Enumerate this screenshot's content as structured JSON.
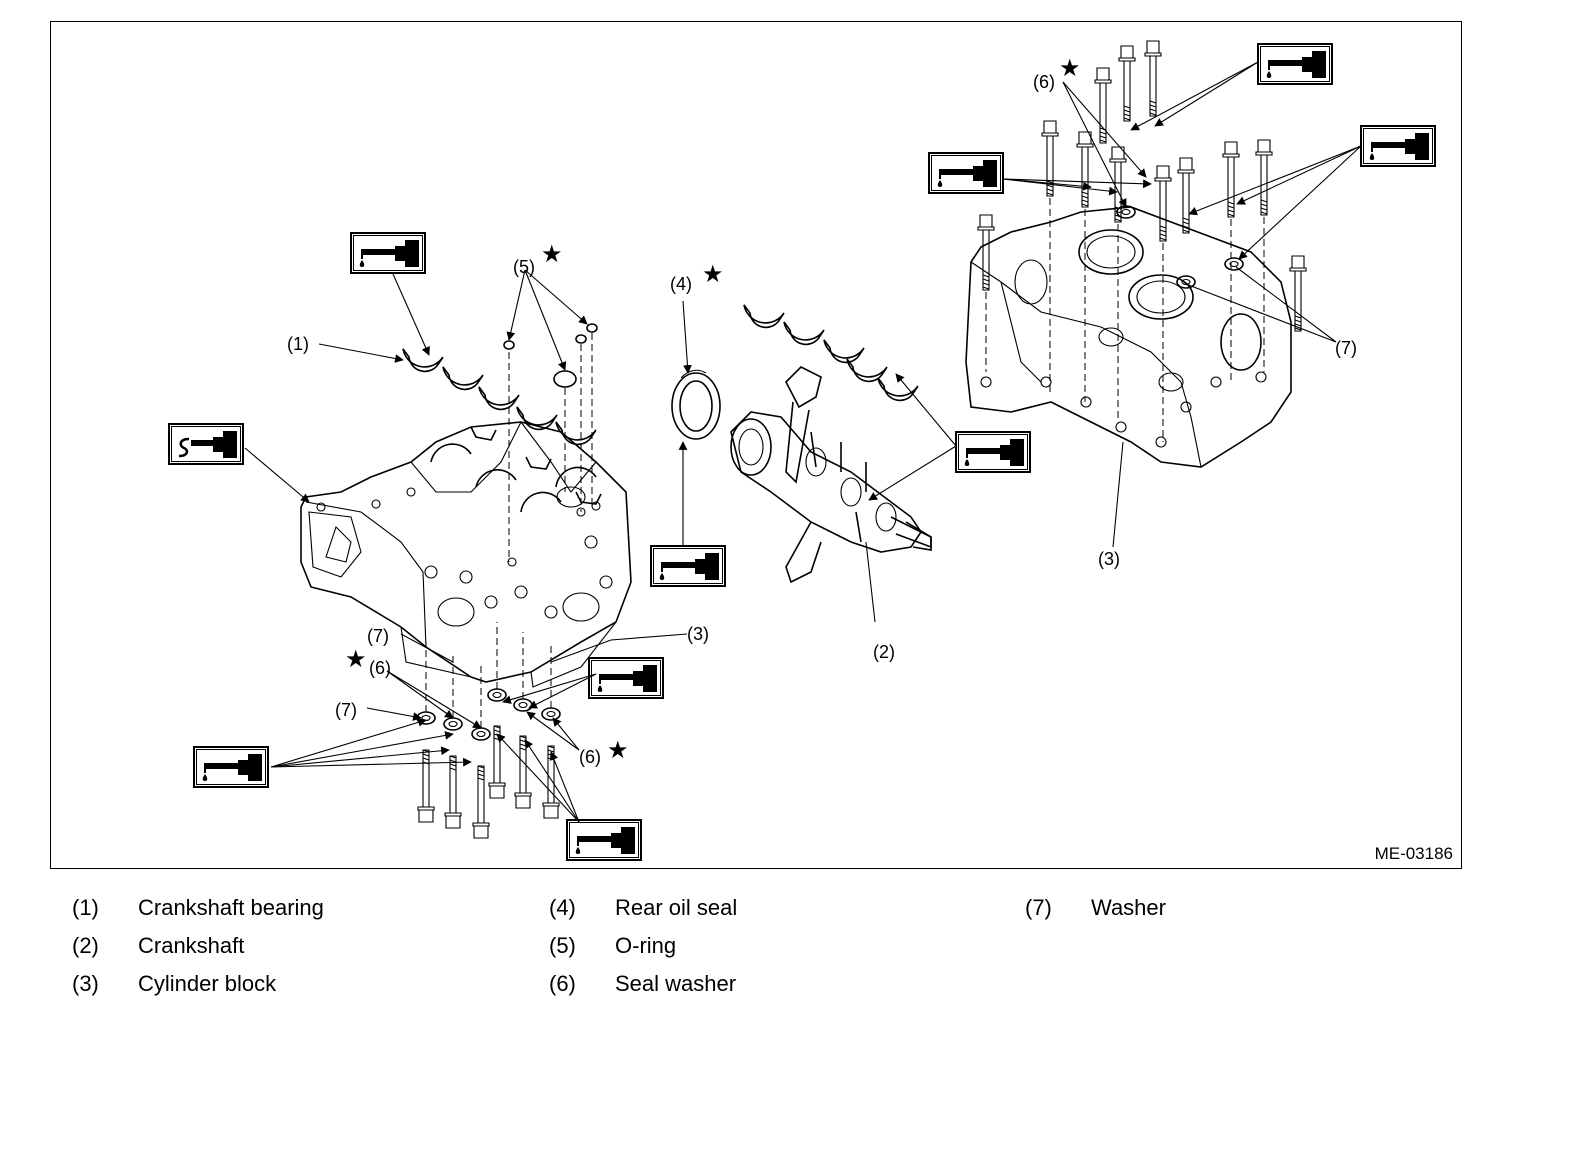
{
  "figure": {
    "code": "ME-03186",
    "callouts": {
      "c1": "(1)",
      "c2": "(2)",
      "c3": "(3)",
      "c4": "(4)",
      "c5": "(5)",
      "c6": "(6)",
      "c7": "(7)",
      "star": "★"
    },
    "icons": [
      "oil-can-icon",
      "liquid-gasket-icon",
      "replace-star-icon"
    ]
  },
  "legend": [
    {
      "num": "(1)",
      "text": "Crankshaft bearing"
    },
    {
      "num": "(2)",
      "text": "Crankshaft"
    },
    {
      "num": "(3)",
      "text": "Cylinder block"
    },
    {
      "num": "(4)",
      "text": "Rear oil seal"
    },
    {
      "num": "(5)",
      "text": "O-ring"
    },
    {
      "num": "(6)",
      "text": "Seal washer"
    },
    {
      "num": "(7)",
      "text": "Washer"
    }
  ]
}
